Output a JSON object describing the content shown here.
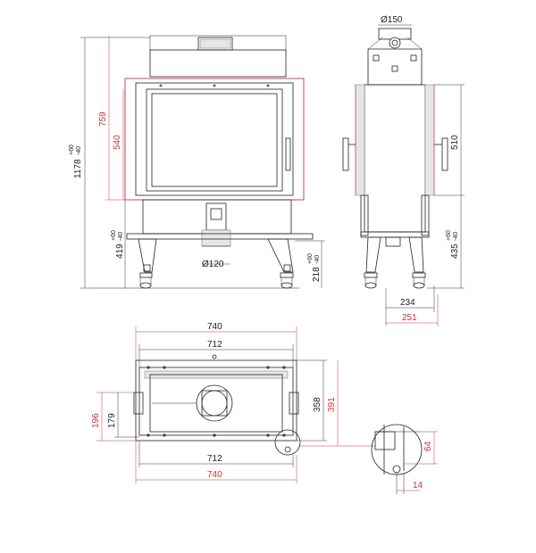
{
  "colors": {
    "outline": "#222222",
    "accent_red": "#c8323c",
    "fill_gray": "#e6e6e6"
  },
  "dims": {
    "flue_diameter": "Ø150",
    "outlet_diameter": "Ø120",
    "total_height": "1178",
    "total_height_tol": "+60\n-40",
    "tol_plus": "+60",
    "tol_minus": "-40",
    "body_height_red": "759",
    "glass_height_red": "540",
    "front_lower": "419",
    "front_outlet": "218",
    "side_height": "510",
    "side_lower": "435",
    "side_inner": "234",
    "side_outer_red": "251",
    "top_width_red": "740",
    "top_width": "712",
    "plan_depth": "358",
    "plan_depth_red": "391",
    "plan_side_red": "196",
    "plan_side": "179",
    "bottom_width": "712",
    "bottom_width_red": "740",
    "detail_height_red": "64",
    "detail_width_red": "14"
  }
}
